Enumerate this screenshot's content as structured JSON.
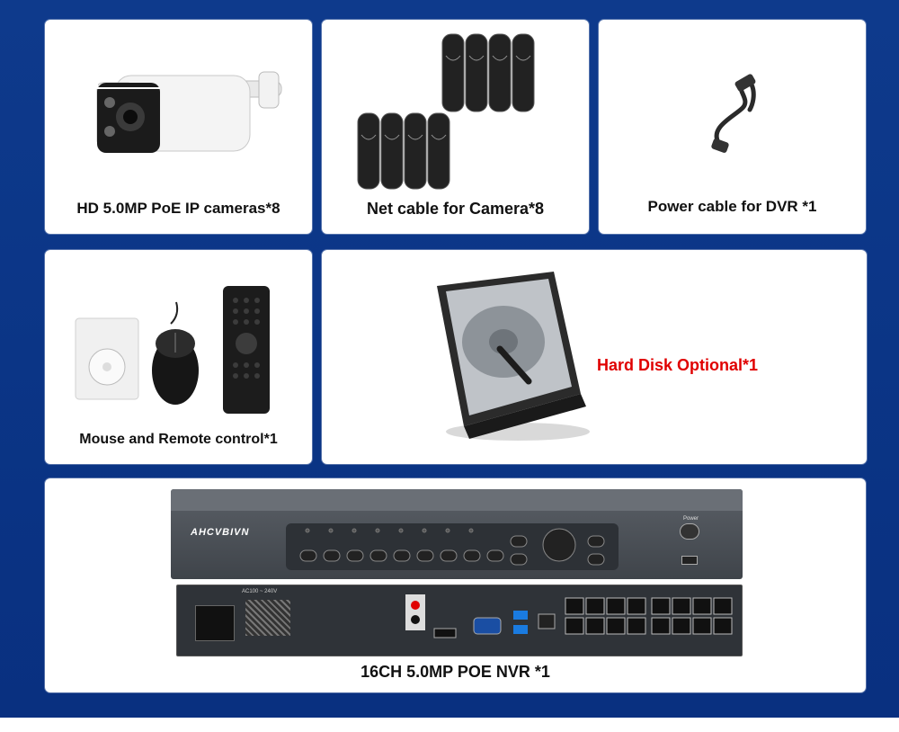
{
  "items": {
    "cameras": {
      "label": "HD 5.0MP PoE IP cameras*8"
    },
    "net_cable": {
      "label": "Net cable for Camera*8"
    },
    "power_cable": {
      "label": "Power cable for DVR *1"
    },
    "mouse_remote": {
      "label": "Mouse and Remote control*1"
    },
    "hard_disk": {
      "label": "Hard Disk Optional*1"
    },
    "nvr": {
      "label": "16CH 5.0MP POE NVR *1"
    }
  },
  "nvr_panel": {
    "brand": "AHCVBIVN",
    "power_text": "Power",
    "ac_rating": "AC100 ~ 240V"
  },
  "colors": {
    "background": "#0b3586",
    "card": "#ffffff",
    "highlight_text": "#e00000"
  }
}
